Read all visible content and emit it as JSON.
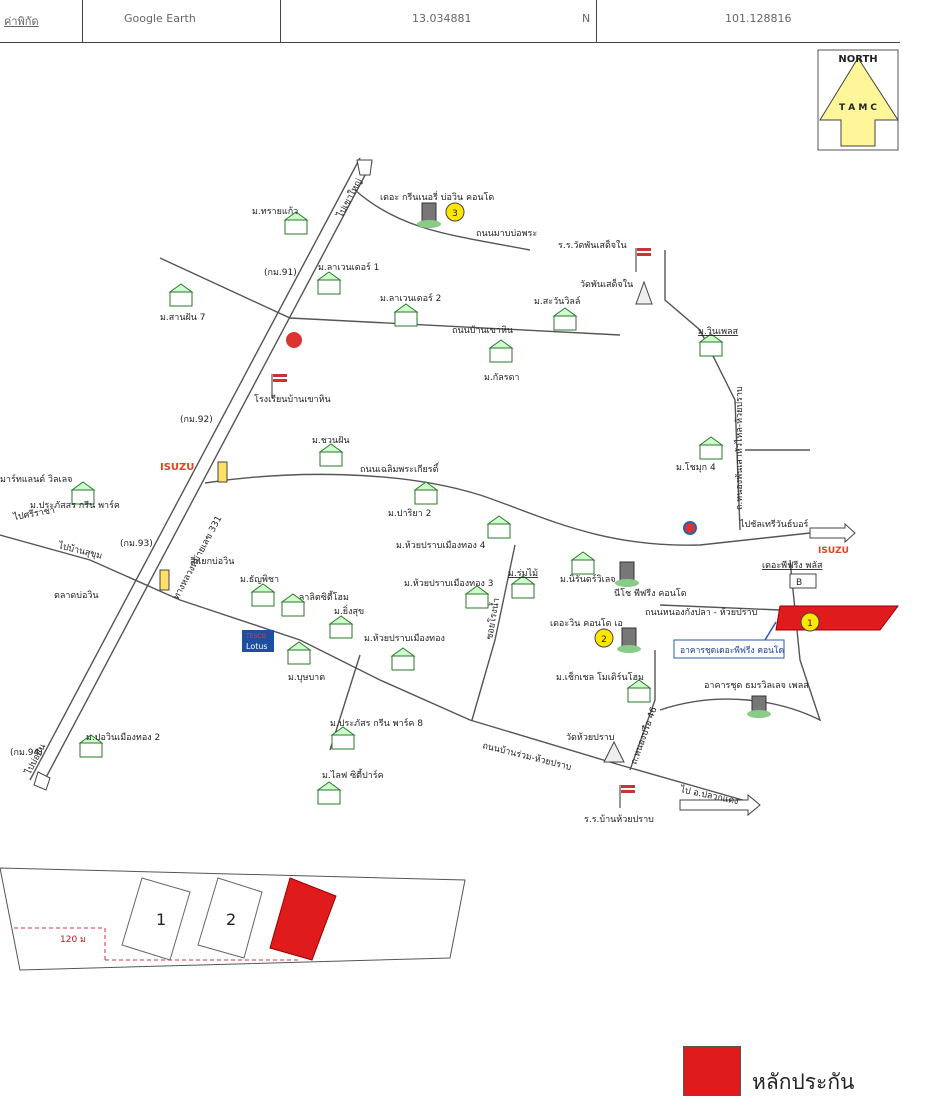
{
  "header": {
    "label": "ค่าพิกัด",
    "source": "Google Earth",
    "lat": "13.034881",
    "lat_dir": "N",
    "lon": "101.128816"
  },
  "compass": {
    "title": "NORTH",
    "letters": "T A M C"
  },
  "map": {
    "villages": [
      "ม.ทรายแก้ว",
      "ม.ลาเวนเดอร์ 1",
      "ม.ลาเวนเดอร์ 2",
      "ม.สะวันวิลล์",
      "ม.สานฝัน 7",
      "ม.กัลรดา",
      "ม.วินเพลส",
      "ม.ชวนฝัน",
      "ม.โชมุก 4",
      "มาร์ทแลนด์ วิลเลจ",
      "ม.ประภัสสร กรีน พาร์ค",
      "ม.ปาริยา 2",
      "ม.ห้วยปราบเมืองทอง 4",
      "ม.ห้วยปราบเมืองทอง 3",
      "ม.ร่มไม้",
      "ม.นิรันดร์วิเลจ",
      "ม.ธัญพิชา",
      "ม.ลาลิตซิตี้โฮม",
      "ม.ยิ่งสุข",
      "ม.ห้วยปราบเมืองทอง",
      "ม.บุษบาต",
      "ม.ประภัสร กรีน พาร์ค 8",
      "ม.ไลฟ ซิตี้ปาร์ค",
      "ม.ปอวินเมืองทอง 2",
      "ม.เช็กเชล โมเดิร์นโฮม"
    ],
    "roads": {
      "maptabut": "ถนนมาบบ่อพระ",
      "banchaohin": "ถนนบ้านเขาหิน",
      "chaloem": "ถนนเฉลิมพระเกียรติ์",
      "sukhumvit": "ทางหลวงหมายเลข 331",
      "nongkang": "ถนนหนองกังปลา - ห้วยปราบ",
      "banrom": "ถนนบ้านร่วม-ห้วยปราบ",
      "rongnam": "ซอยโรงน้ำ",
      "north_arrow": "ไปเขาใหญ่",
      "left_arrow": "ไปศรีราชา",
      "sukhumvit_label": "ไปบ้านสุขุม",
      "bangkok": "ไปบ่อสิน",
      "thanasin": "ถ.หนองพันเสาหัวไหล-ห้วยปราบ",
      "soi46": "ถ.หนองปรือ 46",
      "pluakdaeng": "ไป อ.ปลวกแดง",
      "pole_sign": "ไปชัลเทรีวันธ์บอร์"
    },
    "landmarks": {
      "condo3": "เดอะ กรีนเนอรี่ บ่อวิน คอนโด",
      "wat_school": "ร.ร.วัดพันเสด็จใน",
      "wat": "วัดพันเสด็จใน",
      "school_khaohin": "โรงเรียนบ้านเขาหิน",
      "junction": "สี่แยกบ่อวิน",
      "market": "ตลาดบ่อวิน",
      "theplace": "เดอะพีฟรีง พลัส",
      "niche": "นีโช พีฟรีง คอนโด",
      "condo2": "เดอะวิน คอนโด เอ",
      "subject": "อาคารชุดเดอะพีฟรีง คอนโด",
      "dormitory": "อาคารชุด ธมรวิลเลจ เพลส",
      "wat_huaiprap": "วัดห้วยปราบ",
      "school_huaiprap": "ร.ร.บ้านห้วยปราบ",
      "km91": "(กม.91)",
      "km92": "(กม.92)",
      "km93": "(กม.93)",
      "km94": "(กม.94)",
      "isuzu1": "ISUZU",
      "isuzu2": "ISUZU",
      "lotus_top": "TESCO",
      "lotus": "Lotus",
      "b": "B"
    },
    "markers": [
      "1",
      "2",
      "3"
    ]
  },
  "plan": {
    "lots": [
      "1",
      "2"
    ],
    "distance": "120 ม"
  },
  "legend": {
    "label": "หลักประกัน",
    "color": "#e01b1b"
  }
}
